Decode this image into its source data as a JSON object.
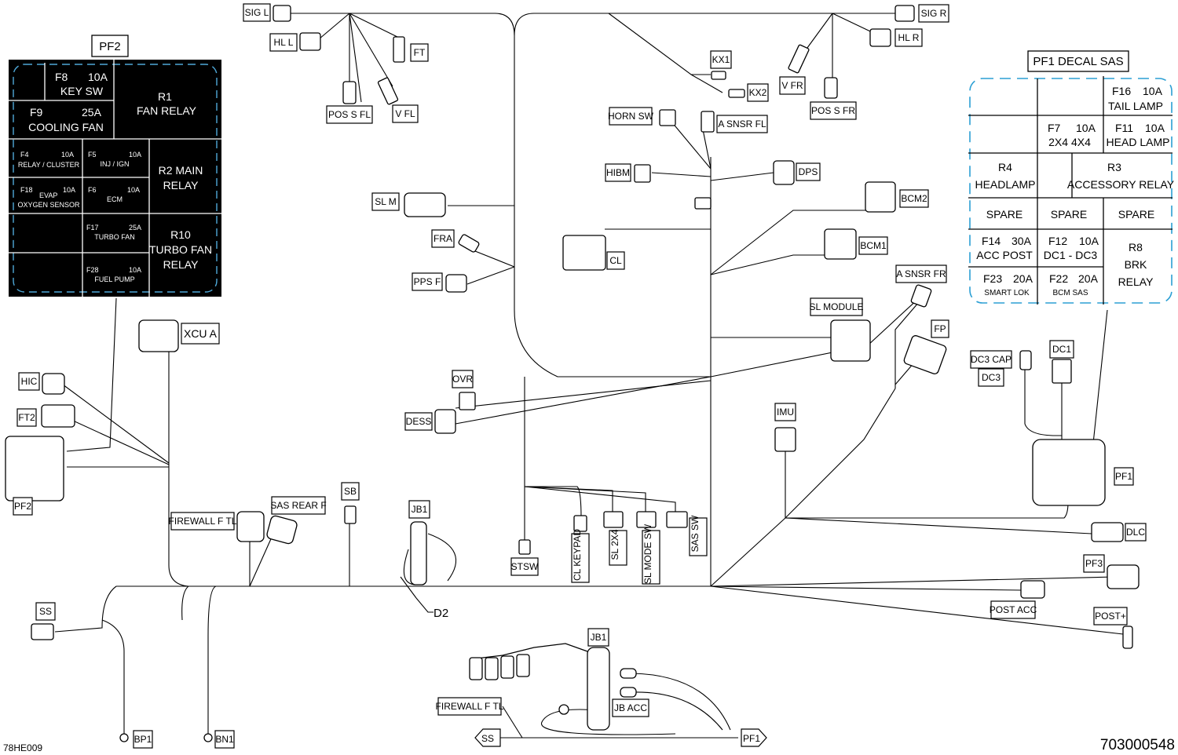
{
  "labels": {
    "sig_l": "SIG L",
    "hl_l": "HL L",
    "ft": "FT",
    "pos_s_fl": "POS S FL",
    "v_fl": "V FL",
    "sig_r": "SIG R",
    "hl_r": "HL R",
    "v_fr": "V FR",
    "pos_s_fr": "POS S FR",
    "kx1": "KX1",
    "kx2": "KX2",
    "horn_sw": "HORN SW",
    "a_snsr_fl": "A SNSR FL",
    "hibm": "HIBM",
    "dps": "DPS",
    "sl_m": "SL M",
    "fra": "FRA",
    "pps_f": "PPS F",
    "cl": "CL",
    "bcm2": "BCM2",
    "bcm1": "BCM1",
    "a_snsr_fr": "A SNSR FR",
    "sl_module": "SL MODULE",
    "fp": "FP",
    "xcu_a": "XCU A",
    "hic": "HIC",
    "ft2": "FT2",
    "pf2_conn": "PF2",
    "ovr": "OVR",
    "dess": "DESS",
    "dc3_cap": "DC3 CAP",
    "dc3": "DC3",
    "dc1": "DC1",
    "imu": "IMU",
    "pf1_conn": "PF1",
    "dlc": "DLC",
    "pf3": "PF3",
    "post_acc": "POST ACC",
    "post_plus": "POST+",
    "firewall_f_tl": "FIREWALL F TL",
    "sas_rear_f": "SAS REAR F",
    "sb": "SB",
    "jb1": "JB1",
    "stsw": "STSW",
    "cl_keypad": "CL KEYPAD",
    "sl_2x4": "SL 2X4",
    "sl_mode_sw": "SL MODE SW",
    "sas_sw": "SAS SW",
    "d2": "D2",
    "ss": "SS",
    "bp1": "BP1",
    "bn1": "BN1",
    "jb1_b": "JB1",
    "firewall_f_tl_b": "FIREWALL F TL",
    "jb_acc": "JB ACC",
    "ss_b": "SS",
    "pf1_b": "PF1"
  },
  "pf2_box": {
    "title": "PF2",
    "cells": {
      "f8": "F8",
      "f8_amp": "10A",
      "key_sw": "KEY SW",
      "f9": "F9",
      "f9_amp": "25A",
      "cooling_fan": "COOLING FAN",
      "r1": "R1",
      "fan_relay": "FAN RELAY",
      "f4": "F4",
      "f4_amp": "10A",
      "relay_cluster": "RELAY / CLUSTER",
      "f5": "F5",
      "f5_amp": "10A",
      "inj_ign": "INJ / IGN",
      "r2": "R2 MAIN",
      "r2_relay": "RELAY",
      "f18": "F18",
      "evap": "EVAP",
      "f18_amp": "10A",
      "oxygen": "OXYGEN SENSOR",
      "f6": "F6",
      "f6_amp": "10A",
      "ecm": "ECM",
      "f17": "F17",
      "f17_amp": "25A",
      "turbo_fan": "TURBO FAN",
      "r10": "R10",
      "turbo_fan_relay1": "TURBO FAN",
      "turbo_fan_relay2": "RELAY",
      "f28": "F28",
      "f28_amp": "10A",
      "fuel_pump": "FUEL PUMP"
    }
  },
  "pf1_box": {
    "title": "PF1 DECAL SAS",
    "cells": {
      "f16": "F16",
      "f16_amp": "10A",
      "tail_lamp": "TAIL LAMP",
      "f7": "F7",
      "f7_amp": "10A",
      "x2x4": "2X4 4X4",
      "f11": "F11",
      "f11_amp": "10A",
      "head_lamp": "HEAD LAMP",
      "r4": "R4",
      "headlamp": "HEADLAMP",
      "r3": "R3",
      "accessory_relay": "ACCESSORY RELAY",
      "spare1": "SPARE",
      "spare2": "SPARE",
      "spare3": "SPARE",
      "f14": "F14",
      "f14_amp": "30A",
      "acc_post": "ACC POST",
      "f12": "F12",
      "f12_amp": "10A",
      "dc1_dc3": "DC1 - DC3",
      "r8": "R8",
      "brk": "BRK",
      "relay": "RELAY",
      "f23": "F23",
      "f23_amp": "20A",
      "smart_lok": "SMART LOK",
      "f22": "F22",
      "f22_amp": "20A",
      "bcm_sas": "BCM SAS"
    }
  },
  "footer": {
    "left": "78HE009",
    "right": "703000548"
  }
}
